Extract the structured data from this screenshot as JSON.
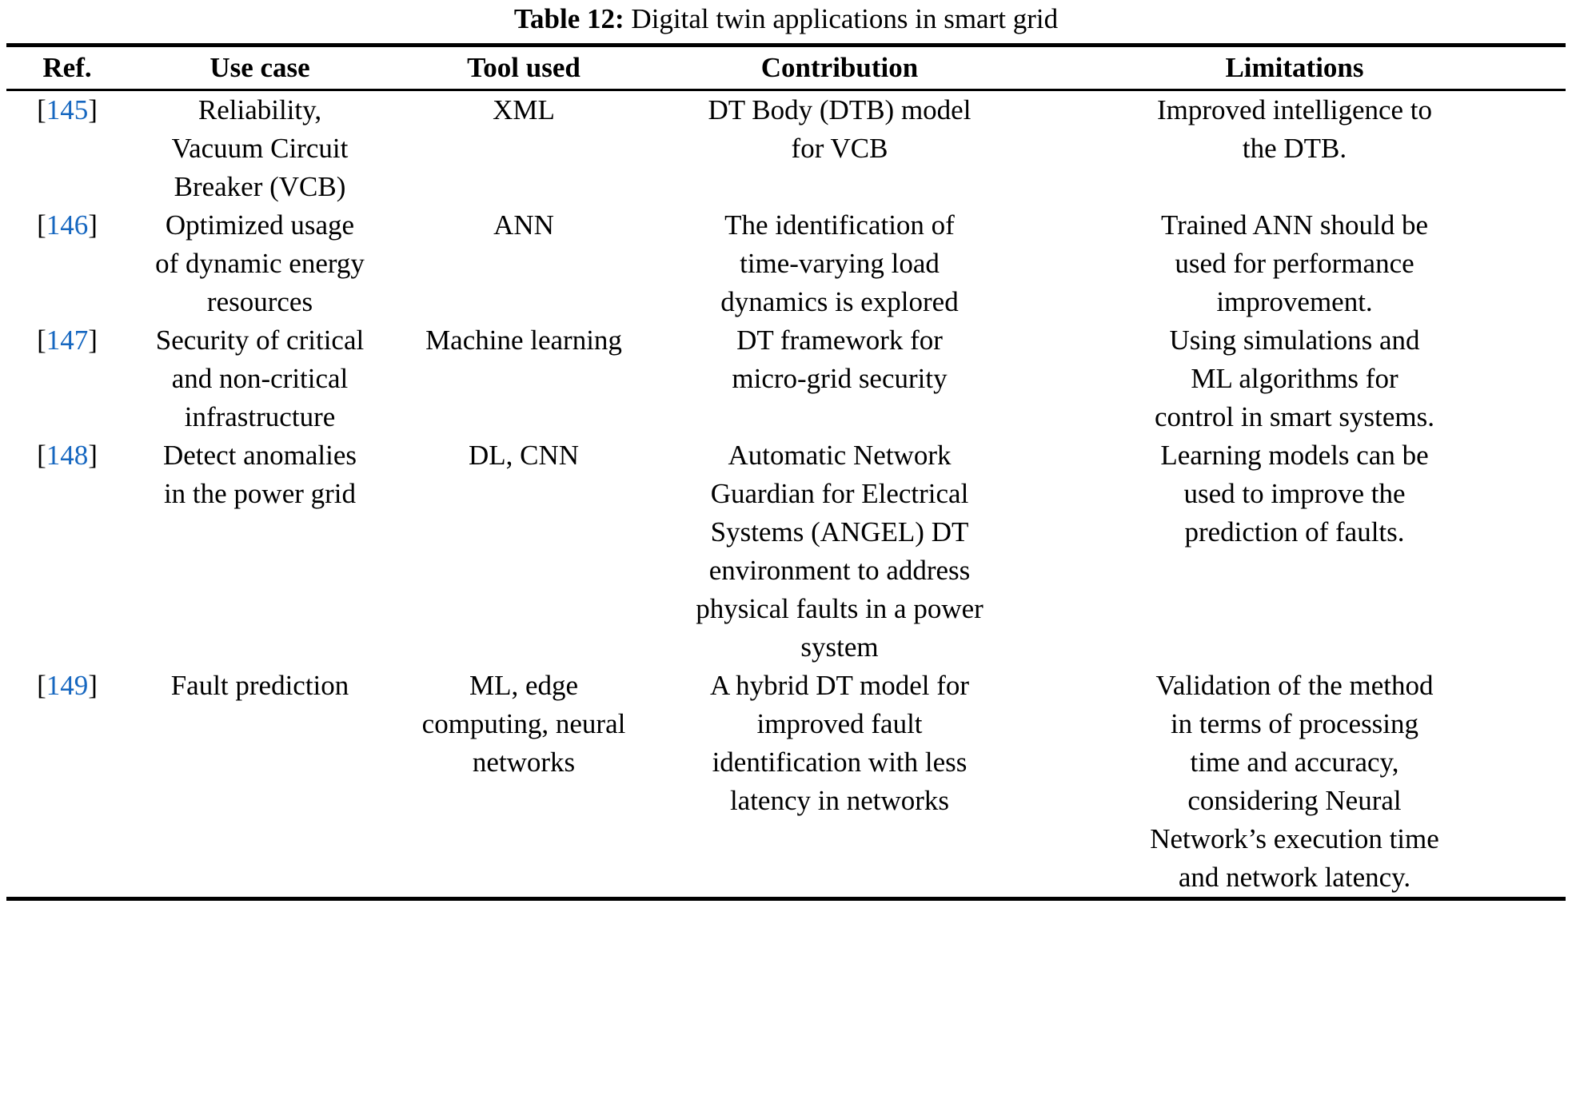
{
  "caption": {
    "label": "Table 12:",
    "text": "Digital twin applications in smart grid"
  },
  "table": {
    "headers": {
      "ref": "Ref.",
      "use_case": "Use case",
      "tool_used": "Tool used",
      "contribution": "Contribution",
      "limitations": "Limitations"
    },
    "rows": [
      {
        "ref_open": "[",
        "ref_num": "145",
        "ref_close": "]",
        "use_case_lines": [
          "Reliability,",
          "Vacuum Circuit",
          "Breaker (VCB)"
        ],
        "tool_used_lines": [
          "XML"
        ],
        "contribution_lines": [
          "DT Body (DTB) model",
          "for VCB"
        ],
        "limitations_lines": [
          "Improved intelligence to",
          "the DTB."
        ]
      },
      {
        "ref_open": "[",
        "ref_num": "146",
        "ref_close": "]",
        "use_case_lines": [
          "Optimized usage",
          "of dynamic energy",
          "resources"
        ],
        "tool_used_lines": [
          "ANN"
        ],
        "contribution_lines": [
          "The identification of",
          "time-varying load",
          "dynamics is explored"
        ],
        "limitations_lines": [
          "Trained ANN should be",
          "used for performance",
          "improvement."
        ]
      },
      {
        "ref_open": "[",
        "ref_num": "147",
        "ref_close": "]",
        "use_case_lines": [
          "Security of critical",
          "and non-critical",
          "infrastructure"
        ],
        "tool_used_lines": [
          "Machine learning"
        ],
        "contribution_lines": [
          "DT framework for",
          "micro-grid security"
        ],
        "limitations_lines": [
          "Using simulations and",
          "ML algorithms for",
          "control in smart systems."
        ]
      },
      {
        "ref_open": "[",
        "ref_num": "148",
        "ref_close": "]",
        "use_case_lines": [
          "Detect anomalies",
          "in the power grid"
        ],
        "tool_used_lines": [
          "DL, CNN"
        ],
        "contribution_lines": [
          "Automatic Network",
          "Guardian for Electrical",
          "Systems (ANGEL) DT",
          "environment to address",
          "physical faults in a power",
          "system"
        ],
        "limitations_lines": [
          "Learning models can be",
          "used to improve the",
          "prediction of faults."
        ]
      },
      {
        "ref_open": "[",
        "ref_num": "149",
        "ref_close": "]",
        "use_case_lines": [
          "Fault prediction"
        ],
        "tool_used_lines": [
          "ML, edge",
          "computing, neural",
          "networks"
        ],
        "contribution_lines": [
          "A hybrid DT model for",
          "improved fault",
          "identification with less",
          "latency in networks"
        ],
        "limitations_lines": [
          "Validation of the method",
          "in terms of processing",
          "time and accuracy,",
          "considering Neural",
          "Network’s execution time",
          "and network latency."
        ]
      }
    ]
  },
  "colors": {
    "reference_link": "#1667c0",
    "rule": "#000000",
    "text": "#000000",
    "background": "#ffffff"
  }
}
